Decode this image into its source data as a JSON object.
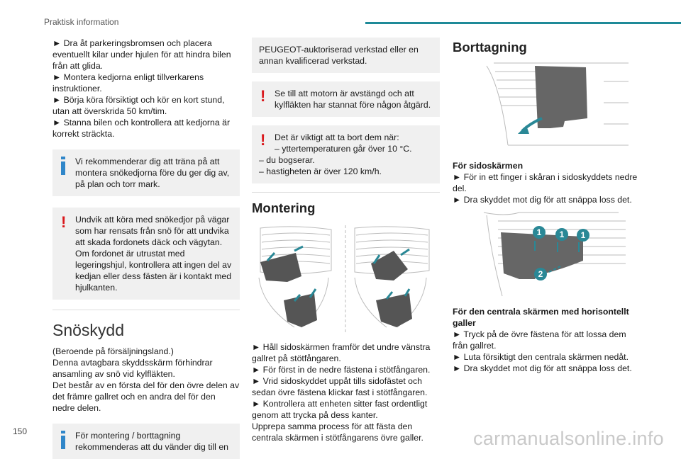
{
  "header": {
    "section": "Praktisk information"
  },
  "page_number": "150",
  "watermark": "carmanualsonline.info",
  "col1": {
    "bullets": [
      "► Dra åt parkeringsbromsen och placera eventuellt kilar under hjulen för att hindra bilen från att glida.",
      "► Montera kedjorna enligt tillverkarens instruktioner.",
      "► Börja köra försiktigt och kör en kort stund, utan att överskrida 50 km/tim.",
      "► Stanna bilen och kontrollera att kedjorna är korrekt sträckta."
    ],
    "info_box": "Vi rekommenderar dig att träna på att montera snökedjorna före du ger dig av, på plan och torr mark.",
    "warn_box": "Undvik att köra med snökedjor på vägar som har rensats från snö för att undvika att skada fordonets däck och vägytan. Om fordonet är utrustat med legeringshjul, kontrollera att ingen del av kedjan eller dess fästen är i kontakt med hjulkanten.",
    "heading": "Snöskydd",
    "intro": "(Beroende på försäljningsland.)\nDenna avtagbara skyddsskärm förhindrar ansamling av snö vid kylfläkten.\nDet består av en första del för den övre delen av det främre gallret och en andra del för den nedre delen.",
    "info_box2": "För montering / borttagning rekommenderas att du vänder dig till en"
  },
  "col2": {
    "cont_box": "PEUGEOT-auktoriserad verkstad eller en annan kvalificerad verkstad.",
    "warn_box1": "Se till att motorn är avstängd och att kylfläkten har stannat före någon åtgärd.",
    "warn_box2_lines": [
      "Det är viktigt att ta bort dem när:",
      "– yttertemperaturen går över 10 °C.",
      "– du bogserar.",
      "– hastigheten är över 120 km/h."
    ],
    "heading": "Montering",
    "steps": "► Håll sidoskärmen framför det undre vänstra gallret på stötfångaren.\n► För först in de nedre fästena i stötfångaren.\n► Vrid sidoskyddet uppåt tills sidofästet och sedan övre fästena klickar fast i stötfångaren.\n► Kontrollera att enheten sitter fast ordentligt genom att trycka på dess kanter.\nUpprepa samma process för att fästa den centrala skärmen i stötfångarens övre galler."
  },
  "col3": {
    "heading": "Borttagning",
    "side_title": "För sidoskärmen",
    "side_steps": "► För in ett finger i skåran i sidoskyddets nedre del.\n► Dra skyddet mot dig för att snäppa loss det.",
    "callouts": [
      "1",
      "1",
      "1",
      "2"
    ],
    "center_title": "För den centrala skärmen med horisontellt galler",
    "center_steps": "► Tryck på de övre fästena för att lossa dem från gallret.\n► Luta försiktigt den centrala skärmen nedåt.\n► Dra skyddet mot dig för att snäppa loss det."
  },
  "colors": {
    "accent": "#1e8a98",
    "warning": "#d9181c",
    "info": "#2f86c9",
    "callout": "#2a8896",
    "box_bg": "#f0f0f0"
  }
}
